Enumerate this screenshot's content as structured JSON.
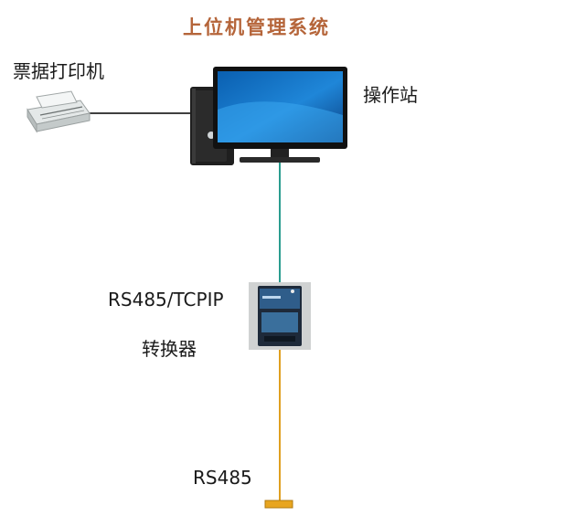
{
  "title": "上位机管理系统",
  "nodes": {
    "printer": {
      "label": "票据打印机",
      "icon": "printer-icon"
    },
    "workstation": {
      "label": "操作站",
      "icon": "desktop-computer-icon"
    },
    "converter": {
      "label_line1": "RS485/TCPIP",
      "label_line2": "转换器",
      "icon": "converter-device-icon"
    },
    "bus": {
      "label": "RS485",
      "icon": "bus-connector-icon"
    }
  },
  "colors": {
    "title": "#b5653a",
    "ethernet_link": "#2a9d8f",
    "rs485_link": "#e0a020",
    "printer_cable": "#000000"
  }
}
